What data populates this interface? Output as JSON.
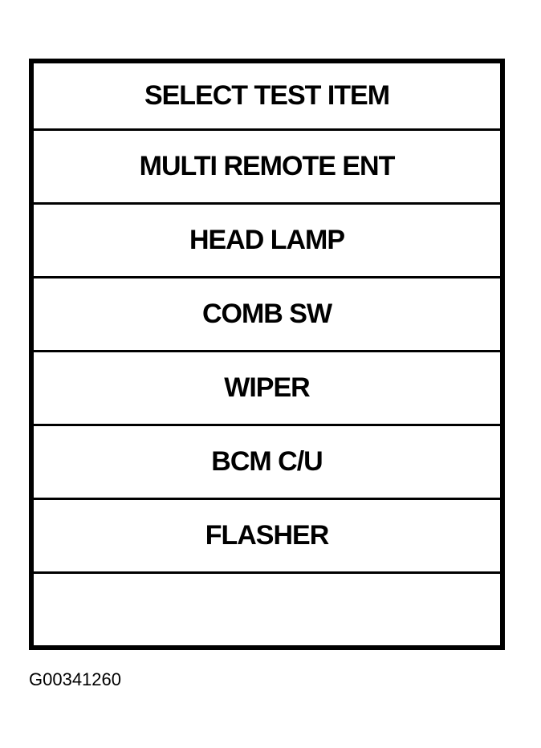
{
  "menu": {
    "header": "SELECT TEST ITEM",
    "items": [
      {
        "label": "MULTI REMOTE ENT"
      },
      {
        "label": "HEAD LAMP"
      },
      {
        "label": "COMB SW"
      },
      {
        "label": "WIPER"
      },
      {
        "label": "BCM C/U"
      },
      {
        "label": "FLASHER"
      },
      {
        "label": ""
      }
    ]
  },
  "figure_id": "G00341260",
  "colors": {
    "border": "#000000",
    "background": "#ffffff",
    "text": "#000000"
  }
}
